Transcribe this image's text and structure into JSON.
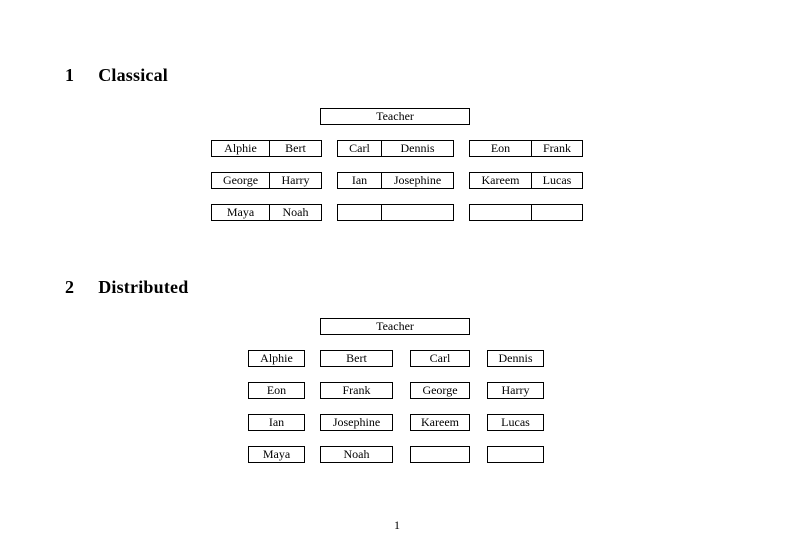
{
  "page_number": "1",
  "classical": {
    "number": "1",
    "title": "Classical",
    "teacher": "Teacher",
    "desks": [
      {
        "l": "Alphie",
        "r": "Bert"
      },
      {
        "l": "Carl",
        "r": "Dennis"
      },
      {
        "l": "Eon",
        "r": "Frank"
      },
      {
        "l": "George",
        "r": "Harry"
      },
      {
        "l": "Ian",
        "r": "Josephine"
      },
      {
        "l": "Kareem",
        "r": "Lucas"
      },
      {
        "l": "Maya",
        "r": "Noah"
      },
      {
        "l": "",
        "r": ""
      },
      {
        "l": "",
        "r": ""
      }
    ]
  },
  "distributed": {
    "number": "2",
    "title": "Distributed",
    "teacher": "Teacher",
    "seats": [
      "Alphie",
      "Bert",
      "Carl",
      "Dennis",
      "Eon",
      "Frank",
      "George",
      "Harry",
      "Ian",
      "Josephine",
      "Kareem",
      "Lucas",
      "Maya",
      "Noah",
      "",
      ""
    ]
  }
}
